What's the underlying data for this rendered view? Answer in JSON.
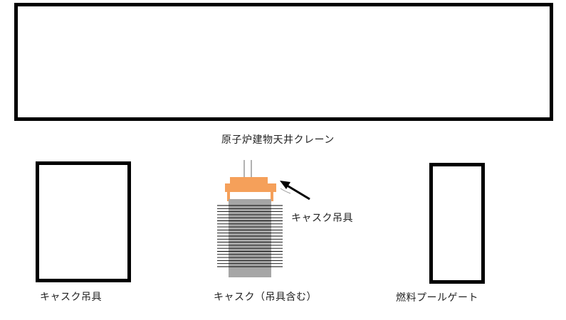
{
  "labels": {
    "crane": "原子炉建物天井クレーン",
    "cask_lifter_pointer": "キャスク吊具",
    "cask_lifter_left": "キャスク吊具",
    "cask_with_lifter": "キャスク（吊具含む）",
    "fuel_pool_gate": "燃料プールゲート"
  },
  "colors": {
    "outline": "#000000",
    "lifter_orange": "#f5a05a",
    "cask_gray": "#a6a6a6",
    "cask_fin": "#000000"
  }
}
